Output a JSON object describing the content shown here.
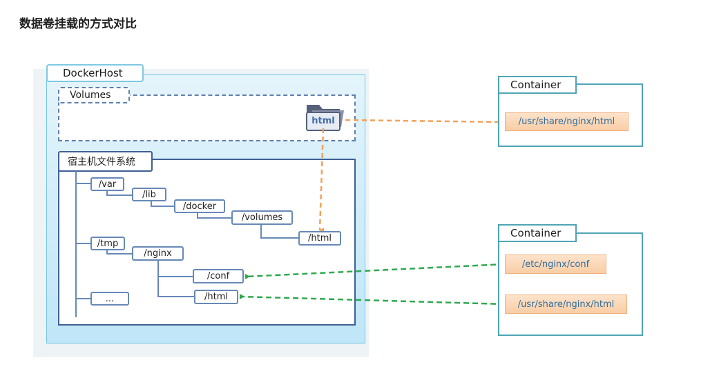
{
  "title": "数据卷挂载的方式对比",
  "docker_host": {
    "label": "DockerHost",
    "volumes_label": "Volumes",
    "volume_folder_label": "html",
    "fs_label": "宿主机文件系统",
    "tree": {
      "var": "/var",
      "lib": "/lib",
      "docker": "/docker",
      "volumes": "/volumes",
      "volumes_html": "/html",
      "tmp": "/tmp",
      "nginx": "/nginx",
      "conf": "/conf",
      "nginx_html": "/html",
      "more": "..."
    }
  },
  "container_top": {
    "label": "Container",
    "path": "/usr/share/nginx/html"
  },
  "container_bottom": {
    "label": "Container",
    "path_conf": "/etc/nginx/conf",
    "path_html": "/usr/share/nginx/html"
  },
  "colors": {
    "volume_link": "#f0a15a",
    "bind_link": "#2fa84f",
    "tree_line": "#6688b7",
    "container_border": "#4fa4b6"
  }
}
